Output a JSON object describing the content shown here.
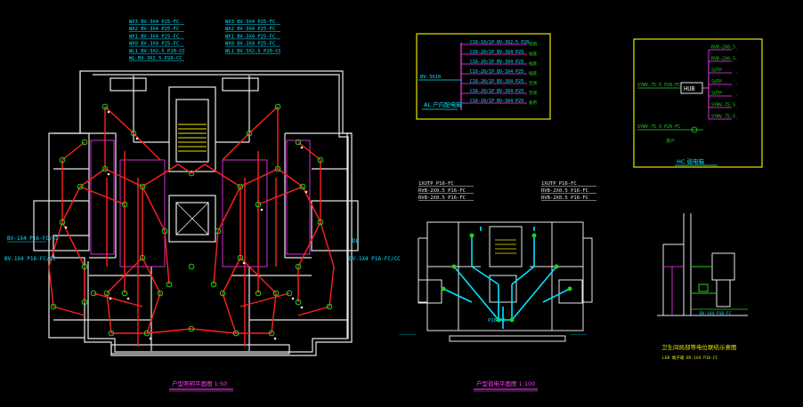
{
  "colors": {
    "background": "#000000",
    "wall": "#e8e8e8",
    "lighting_wire": "#ff2020",
    "weak_wire": "#00e5ff",
    "fixture": "#20d020",
    "panel_frame": "#e6e600",
    "text_cyan": "#00e5ff",
    "text_magenta": "#ff3cff",
    "text_yellow": "#e6e600",
    "text_green": "#20d020"
  },
  "left_plan": {
    "cable_labels_left": [
      "WX3 BV-3X4 P25-FC",
      "WX2 BV-3X4 P25-FC",
      "WX1 BV-3X4 P25-FC",
      "WX0 BV-3X4 P25-FC",
      "WL1 BV-3X2.5 P20-CC",
      "WL BV-3X2.5 P20-CC"
    ],
    "cable_labels_right": [
      "WX3 BV-3X4 P25-FC",
      "WX2 BV-3X4 P25-FC",
      "WX1 BV-3X4 P25-FC",
      "WX0 BV-3X4 P25-FC",
      "WL1 BV-3X2.5 P20-CC"
    ],
    "side_label_left": "BV-1X4 P16-FC/CC",
    "side_label_right": "BV-1X4 P16-FC/CC",
    "title": "户型照明平面图 1:50"
  },
  "right_plan": {
    "cable_labels_left": [
      "1XUTP P16-FC",
      "RVB-2X0.5 P16-FC",
      "RVB-2X0.5 P16-FC"
    ],
    "cable_labels_right": [
      "1XUTP P16-FC",
      "RVB-2X0.5 P16-FC",
      "RVB-2X0.5 P16-FC"
    ],
    "center_label": "P16-FC",
    "title": "户型弱电平面图 1:100"
  },
  "al_panel": {
    "title": "AL 户内配电箱",
    "main_label": "BV-3X10",
    "circuits": [
      "C16-10/1P BV-3X2.5 P20",
      "C16-20/1P BV-3X4 P25",
      "C16-20/1P BV-3X4 P25",
      "C16-20/1P BV-3X4 P25",
      "C16-20/1P BV-3X4 P25",
      "C16-20/1P BV-3X4 P25",
      "C16-20/1P BV-3X4 P25"
    ],
    "circuit_notes": [
      "照明",
      "插座",
      "插座",
      "插座",
      "空调",
      "空调",
      "备用"
    ]
  },
  "hc_panel": {
    "title": "HC 弱电箱",
    "hub_label": "HUB",
    "outputs": [
      "RVB-2X0.5",
      "RVB-2X0.5",
      "5UTP",
      "5UTP",
      "5UTP",
      "SYWV-75-5",
      "SYWV-75-5"
    ],
    "inputs": [
      "SYWV-75-5 P20-FC"
    ],
    "in_label": "进户"
  },
  "bath_detail": {
    "title": "卫生间局部等电位联结示意图",
    "subtitle": "LEB 端子箱 BV-1X4 P16-FC",
    "cable_label": "BV-1X4 P16-FC"
  }
}
